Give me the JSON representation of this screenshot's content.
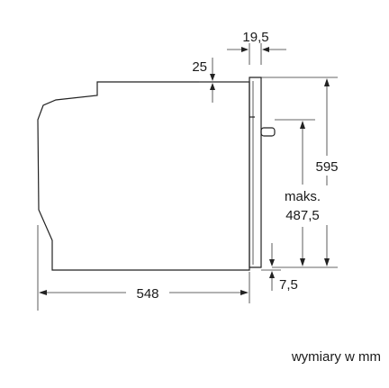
{
  "dimensions": {
    "depth": "548",
    "height": "595",
    "max_label": "maks.",
    "max_height": "487,5",
    "top_offset": "25",
    "front_thickness": "19,5",
    "bottom_offset": "7,5"
  },
  "caption": "wymiary w mm"
}
